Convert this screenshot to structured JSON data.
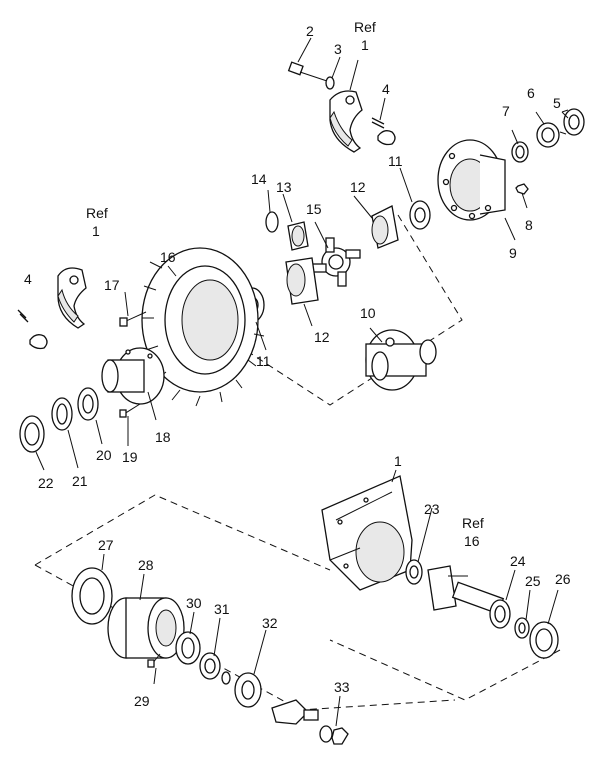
{
  "callouts": {
    "c1a": "1",
    "c1a_ref": "Ref",
    "c1b": "1",
    "c1b_ref": "Ref",
    "c1c": "1",
    "c2": "2",
    "c3": "3",
    "c4a": "4",
    "c4b": "4",
    "c5": "5",
    "c6": "6",
    "c7": "7",
    "c8": "8",
    "c9": "9",
    "c10": "10",
    "c11a": "11",
    "c11b": "11",
    "c12a": "12",
    "c12b": "12",
    "c13": "13",
    "c14": "14",
    "c15": "15",
    "c16": "16",
    "c16b": "16",
    "c16b_ref": "Ref",
    "c17": "17",
    "c18": "18",
    "c19": "19",
    "c20": "20",
    "c21": "21",
    "c22": "22",
    "c23": "23",
    "c24": "24",
    "c25": "25",
    "c26": "26",
    "c27": "27",
    "c28": "28",
    "c29": "29",
    "c30": "30",
    "c31": "31",
    "c32": "32",
    "c33": "33"
  }
}
